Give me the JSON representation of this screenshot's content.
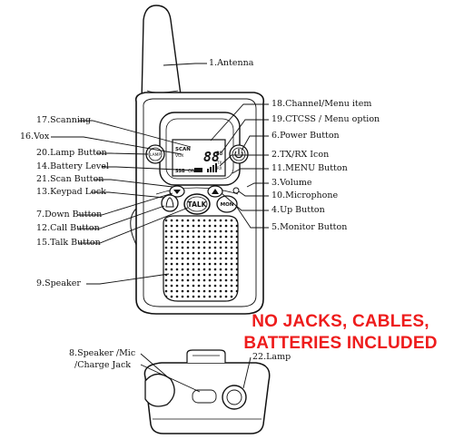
{
  "labels": {
    "antenna": "1.Antenna",
    "channel_menu": "18.Channel/Menu item",
    "ctcss": "19.CTCSS / Menu option",
    "scanning": "17.Scanning",
    "vox": "16.Vox",
    "power": "6.Power Button",
    "lamp_button": "20.Lamp Button",
    "tx_rx": "2.TX/RX Icon",
    "battery": "14.Battery Level",
    "menu_button": "11.MENU  Button",
    "scan_button": "21.Scan Button",
    "volume": "3.Volume",
    "keypad_lock": "13.Keypad Lock",
    "microphone": "10.Microphone",
    "down_button": "7.Down Button",
    "up_button": "4.Up Button",
    "call_button": "12.Call Button",
    "monitor": "5.Monitor Button",
    "talk_button": "15.Talk Button",
    "speaker": "9.Speaker",
    "jack_line1": "8.Speaker /Mic",
    "jack_line2": "/Charge Jack",
    "lamp": "22.Lamp"
  },
  "notice": {
    "line1": "NO JACKS, CABLES,",
    "line2": "BATTERIES INCLUDED"
  },
  "device_text": {
    "talk": "TALK",
    "mon": "MON",
    "lamp": "LAMP",
    "scan": "SCAN",
    "vox": "VOX",
    "ssb": "SSB",
    "on": "ON",
    "channel_digits": "88",
    "ctcss_digits": "88",
    "tx": "TX",
    "rx": "RX"
  },
  "colors": {
    "line": "#111111",
    "notice": "#ee1c1c",
    "background": "#ffffff"
  }
}
